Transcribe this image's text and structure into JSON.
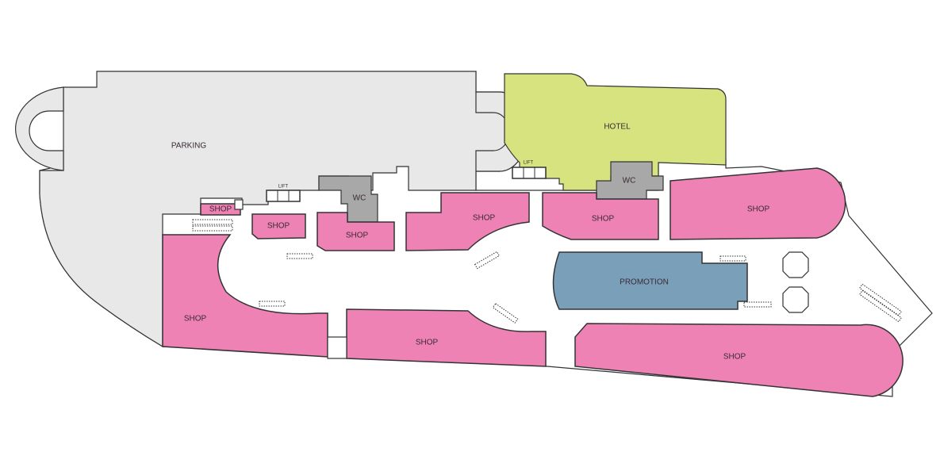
{
  "labels": {
    "parking": "PARKING",
    "hotel": "HOTEL",
    "wc_left": "WC",
    "wc_right": "WC",
    "lift_left": "LIFT",
    "lift_right": "LIFT",
    "promotion": "PROMOTION",
    "shops": [
      "SHOP",
      "SHOP",
      "SHOP",
      "SHOP",
      "SHOP",
      "SHOP",
      "SHOP",
      "SHOP",
      "SHOP"
    ]
  },
  "colors": {
    "shop": "#ef82b4",
    "parking": "#e8e8e8",
    "hotel": "#d6e37f",
    "wc": "#a8a8a8",
    "promotion": "#7a9fb8"
  }
}
